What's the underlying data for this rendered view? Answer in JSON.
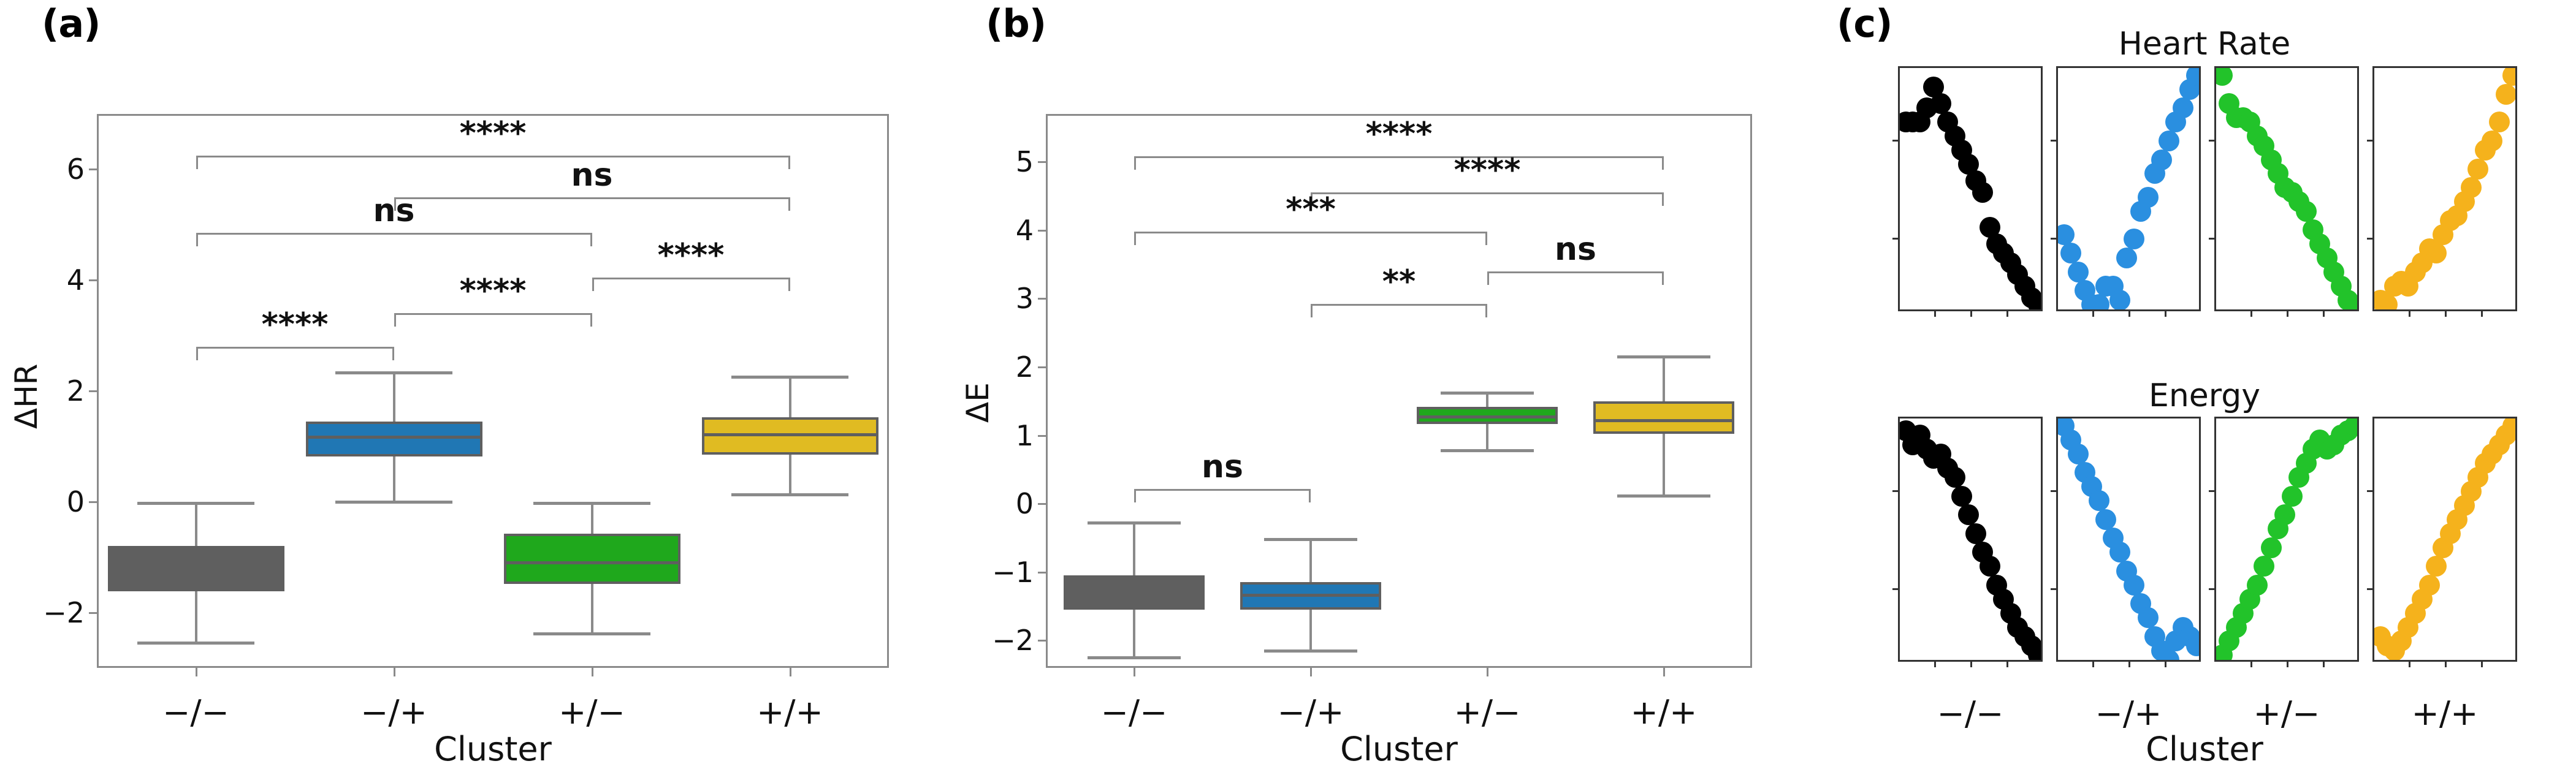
{
  "figure": {
    "panels": [
      "(a)",
      "(b)",
      "(c)"
    ],
    "cluster_categories": [
      "−/−",
      "−/+",
      "+/−",
      "+/+"
    ],
    "cluster_colors": [
      "#5f5f5f",
      "#2077b4",
      "#1fa81c",
      "#e0bb22"
    ],
    "xlabel": "Cluster"
  },
  "panel_a": {
    "letter": "(a)",
    "ylabel": "ΔHR",
    "xlabel": "Cluster",
    "yticks": [
      "−2",
      "0",
      "2",
      "4",
      "6"
    ],
    "xticks": [
      "−/−",
      "−/+",
      "+/−",
      "+/+"
    ],
    "annotations": [
      "****",
      "ns",
      "ns",
      "****",
      "****",
      "****"
    ]
  },
  "panel_b": {
    "letter": "(b)",
    "ylabel": "ΔE",
    "xlabel": "Cluster",
    "yticks": [
      "−2",
      "−1",
      "0",
      "1",
      "2",
      "3",
      "4",
      "5"
    ],
    "xticks": [
      "−/−",
      "−/+",
      "+/−",
      "+/+"
    ],
    "annotations": [
      "****",
      "****",
      "***",
      "ns",
      "**",
      "ns"
    ]
  },
  "panel_c": {
    "letter": "(c)",
    "row_titles": [
      "Heart Rate",
      "Energy"
    ],
    "xlabel": "Cluster",
    "xticks": [
      "−/−",
      "−/+",
      "+/−",
      "+/+"
    ]
  },
  "chart_data": [
    {
      "type": "box",
      "id": "panel-a-delta-hr",
      "title": "(a)",
      "xlabel": "Cluster",
      "ylabel": "ΔHR",
      "ylim": [
        -3.0,
        7.0
      ],
      "yticks": [
        -2,
        0,
        2,
        4,
        6
      ],
      "grid": false,
      "categories": [
        "−/−",
        "−/+",
        "+/−",
        "+/+"
      ],
      "colors": [
        "#5f5f5f",
        "#2077b4",
        "#1fa81c",
        "#e0bb22"
      ],
      "boxes": [
        {
          "category": "−/−",
          "whislo": -2.55,
          "q1": -1.62,
          "med": -1.3,
          "q3": -0.8,
          "whishi": -0.02,
          "color": "#5f5f5f"
        },
        {
          "category": "−/+",
          "whislo": 0.0,
          "q1": 0.82,
          "med": 1.17,
          "q3": 1.45,
          "whishi": 2.33,
          "color": "#2077b4"
        },
        {
          "category": "+/−",
          "whislo": -2.38,
          "q1": -1.48,
          "med": -1.1,
          "q3": -0.58,
          "whishi": -0.02,
          "color": "#1fa81c"
        },
        {
          "category": "+/+",
          "whislo": 0.13,
          "q1": 0.85,
          "med": 1.22,
          "q3": 1.52,
          "whishi": 2.25,
          "color": "#e0bb22"
        }
      ],
      "significance": [
        {
          "label": "****",
          "from": "−/−",
          "to": "+/+",
          "y": 6.25
        },
        {
          "label": "ns",
          "from": "−/+",
          "to": "+/+",
          "y": 5.5
        },
        {
          "label": "ns",
          "from": "−/−",
          "to": "+/−",
          "y": 4.85
        },
        {
          "label": "****",
          "from": "+/−",
          "to": "+/+",
          "y": 4.05
        },
        {
          "label": "****",
          "from": "−/+",
          "to": "+/−",
          "y": 3.4
        },
        {
          "label": "****",
          "from": "−/−",
          "to": "−/+",
          "y": 2.8
        }
      ]
    },
    {
      "type": "box",
      "id": "panel-b-delta-e",
      "title": "(b)",
      "xlabel": "Cluster",
      "ylabel": "ΔE",
      "ylim": [
        -2.4,
        5.7
      ],
      "yticks": [
        -2,
        -1,
        0,
        1,
        2,
        3,
        4,
        5
      ],
      "grid": false,
      "categories": [
        "−/−",
        "−/+",
        "+/−",
        "+/+"
      ],
      "colors": [
        "#5f5f5f",
        "#2077b4",
        "#1fa81c",
        "#e0bb22"
      ],
      "boxes": [
        {
          "category": "−/−",
          "whislo": -2.25,
          "q1": -1.55,
          "med": -1.3,
          "q3": -1.05,
          "whishi": -0.28,
          "color": "#5f5f5f"
        },
        {
          "category": "−/+",
          "whislo": -2.15,
          "q1": -1.55,
          "med": -1.33,
          "q3": -1.15,
          "whishi": -0.52,
          "color": "#2077b4"
        },
        {
          "category": "+/−",
          "whislo": 0.78,
          "q1": 1.17,
          "med": 1.27,
          "q3": 1.42,
          "whishi": 1.62,
          "color": "#1fa81c"
        },
        {
          "category": "+/+",
          "whislo": 0.12,
          "q1": 1.02,
          "med": 1.22,
          "q3": 1.5,
          "whishi": 2.15,
          "color": "#e0bb22"
        }
      ],
      "significance": [
        {
          "label": "****",
          "from": "−/−",
          "to": "+/+",
          "y": 5.08
        },
        {
          "label": "****",
          "from": "−/+",
          "to": "+/+",
          "y": 4.55
        },
        {
          "label": "***",
          "from": "−/−",
          "to": "+/−",
          "y": 3.98
        },
        {
          "label": "ns",
          "from": "+/−",
          "to": "+/+",
          "y": 3.4
        },
        {
          "label": "**",
          "from": "−/+",
          "to": "+/−",
          "y": 2.92
        },
        {
          "label": "ns",
          "from": "−/−",
          "to": "−/+",
          "y": 0.22
        }
      ]
    },
    {
      "type": "scatter",
      "id": "panel-c-heart-rate",
      "title": "Heart Rate",
      "xlabel": "Cluster",
      "ylabel": "",
      "grid": false,
      "series": [
        {
          "name": "−/−",
          "color": "#000000",
          "y": [
            0.8,
            0.8,
            0.8,
            0.86,
            0.95,
            0.88,
            0.8,
            0.74,
            0.68,
            0.62,
            0.55,
            0.5,
            0.35,
            0.28,
            0.24,
            0.2,
            0.15,
            0.1,
            0.05,
            0.02
          ]
        },
        {
          "name": "−/+",
          "color": "#2a8fe0",
          "y": [
            0.32,
            0.24,
            0.16,
            0.08,
            0.02,
            0.02,
            0.1,
            0.1,
            0.04,
            0.22,
            0.3,
            0.42,
            0.48,
            0.58,
            0.64,
            0.72,
            0.8,
            0.86,
            0.94,
            1.0
          ]
        },
        {
          "name": "+/−",
          "color": "#22c32a",
          "y": [
            1.0,
            0.88,
            0.82,
            0.82,
            0.8,
            0.74,
            0.7,
            0.64,
            0.58,
            0.52,
            0.5,
            0.46,
            0.42,
            0.34,
            0.28,
            0.22,
            0.16,
            0.1,
            0.04,
            0.0
          ]
        },
        {
          "name": "+/+",
          "color": "#f5b21c",
          "y": [
            0.04,
            0.02,
            0.1,
            0.12,
            0.1,
            0.16,
            0.2,
            0.26,
            0.24,
            0.32,
            0.38,
            0.4,
            0.46,
            0.52,
            0.6,
            0.68,
            0.72,
            0.8,
            0.92,
            1.0
          ]
        }
      ]
    },
    {
      "type": "scatter",
      "id": "panel-c-energy",
      "title": "Energy",
      "xlabel": "Cluster",
      "ylabel": "",
      "grid": false,
      "series": [
        {
          "name": "−/−",
          "color": "#000000",
          "y": [
            0.98,
            0.92,
            0.96,
            0.9,
            0.86,
            0.88,
            0.82,
            0.78,
            0.7,
            0.62,
            0.54,
            0.46,
            0.4,
            0.32,
            0.26,
            0.2,
            0.14,
            0.1,
            0.06,
            0.02
          ]
        },
        {
          "name": "−/+",
          "color": "#2a8fe0",
          "y": [
            1.0,
            0.94,
            0.88,
            0.8,
            0.74,
            0.68,
            0.6,
            0.52,
            0.46,
            0.38,
            0.32,
            0.24,
            0.18,
            0.1,
            0.04,
            0.0,
            0.08,
            0.14,
            0.1,
            0.06
          ]
        },
        {
          "name": "+/−",
          "color": "#22c32a",
          "y": [
            0.02,
            0.08,
            0.14,
            0.2,
            0.26,
            0.32,
            0.4,
            0.48,
            0.56,
            0.62,
            0.7,
            0.78,
            0.84,
            0.9,
            0.94,
            0.9,
            0.92,
            0.96,
            0.98,
            1.0
          ]
        },
        {
          "name": "+/+",
          "color": "#f5b21c",
          "y": [
            0.1,
            0.06,
            0.04,
            0.08,
            0.14,
            0.2,
            0.26,
            0.32,
            0.4,
            0.48,
            0.54,
            0.6,
            0.66,
            0.72,
            0.78,
            0.84,
            0.88,
            0.92,
            0.96,
            1.0
          ]
        }
      ]
    }
  ]
}
